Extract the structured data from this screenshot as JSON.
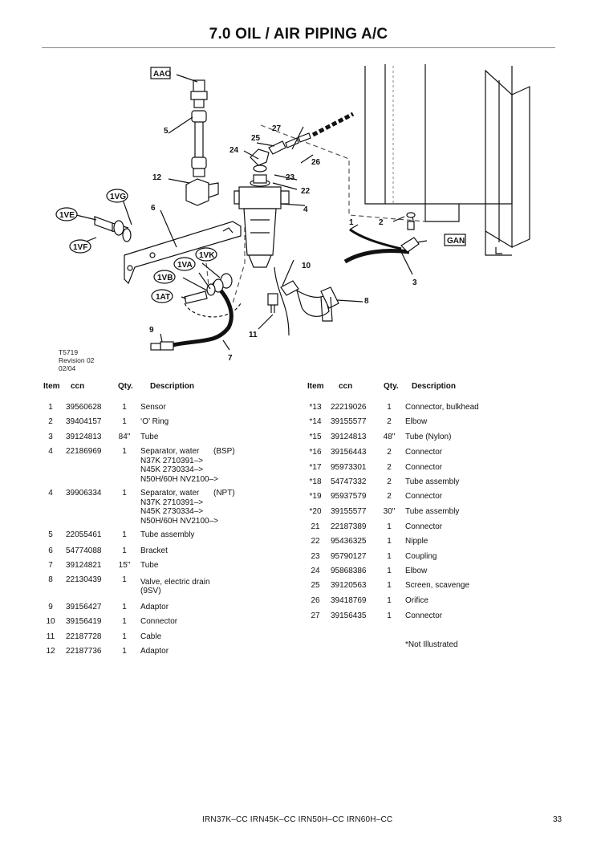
{
  "header": {
    "title": "7.0  OIL / AIR PIPING A/C"
  },
  "diagram": {
    "callouts": [
      "AAO",
      "1VG",
      "1VE",
      "1VF",
      "1VK",
      "1VA",
      "1VB",
      "1AT",
      "GAN"
    ],
    "numbers": [
      "1",
      "2",
      "3",
      "4",
      "5",
      "6",
      "7",
      "9",
      "10",
      "11",
      "12",
      "8",
      "22",
      "23",
      "24",
      "25",
      "26",
      "27"
    ],
    "revision": [
      "T5719",
      "Revision 02",
      "02/04"
    ]
  },
  "table": {
    "headers": {
      "item": "Item",
      "ccn": "ccn",
      "qty": "Qty.",
      "description": "Description"
    },
    "left_rows": [
      {
        "item": "1",
        "ccn": "39560628",
        "qty": "1",
        "desc": [
          "Sensor"
        ]
      },
      {
        "item": "2",
        "ccn": "39404157",
        "qty": "1",
        "desc": [
          "‘O’ Ring"
        ]
      },
      {
        "item": "3",
        "ccn": "39124813",
        "qty": "84\"",
        "desc": [
          "Tube"
        ]
      },
      {
        "item": "4",
        "ccn": "22186969",
        "qty": "1",
        "desc": [
          "Separator, water",
          "N37K  2710391–>",
          "N45K  2730334–>",
          "N50H/60H  NV2100–>"
        ],
        "desc_suffix": "(BSP)"
      },
      {
        "item": "4",
        "ccn": "39906334",
        "qty": "1",
        "desc": [
          "Separator, water",
          "N37K  2710391–>",
          "N45K  2730334–>",
          "N50H/60H  NV2100–>"
        ],
        "desc_suffix": "(NPT)"
      },
      {
        "item": "5",
        "ccn": "22055461",
        "qty": "1",
        "desc": [
          "Tube assembly"
        ]
      },
      {
        "item": "6",
        "ccn": "54774088",
        "qty": "1",
        "desc": [
          "Bracket"
        ]
      },
      {
        "item": "7",
        "ccn": "39124821",
        "qty": "15\"",
        "desc": [
          "Tube"
        ]
      },
      {
        "item": "8",
        "ccn": "22130439",
        "qty": "1",
        "desc": [
          "Valve, electric drain",
          "(9SV)"
        ]
      },
      {
        "item": "9",
        "ccn": "39156427",
        "qty": "1",
        "desc": [
          "Adaptor"
        ]
      },
      {
        "item": "10",
        "ccn": "39156419",
        "qty": "1",
        "desc": [
          "Connector"
        ]
      },
      {
        "item": "11",
        "ccn": "22187728",
        "qty": "1",
        "desc": [
          "Cable"
        ]
      },
      {
        "item": "12",
        "ccn": "22187736",
        "qty": "1",
        "desc": [
          "Adaptor"
        ]
      }
    ],
    "right_rows": [
      {
        "item": "*13",
        "ccn": "22219026",
        "qty": "1",
        "desc": "Connector, bulkhead"
      },
      {
        "item": "*14",
        "ccn": "39155577",
        "qty": "2",
        "desc": "Elbow"
      },
      {
        "item": "*15",
        "ccn": "39124813",
        "qty": "48\"",
        "desc": "Tube (Nylon)"
      },
      {
        "item": "*16",
        "ccn": "39156443",
        "qty": "2",
        "desc": "Connector"
      },
      {
        "item": "*17",
        "ccn": "95973301",
        "qty": "2",
        "desc": "Connector"
      },
      {
        "item": "*18",
        "ccn": "54747332",
        "qty": "2",
        "desc": "Tube assembly"
      },
      {
        "item": "*19",
        "ccn": "95937579",
        "qty": "2",
        "desc": "Connector"
      },
      {
        "item": "*20",
        "ccn": "39155577",
        "qty": "30\"",
        "desc": "Tube assembly"
      },
      {
        "item": "21",
        "ccn": "22187389",
        "qty": "1",
        "desc": "Connector"
      },
      {
        "item": "22",
        "ccn": "95436325",
        "qty": "1",
        "desc": "Nipple"
      },
      {
        "item": "23",
        "ccn": "95790127",
        "qty": "1",
        "desc": "Coupling"
      },
      {
        "item": "24",
        "ccn": "95868386",
        "qty": "1",
        "desc": "Elbow"
      },
      {
        "item": "25",
        "ccn": "39120563",
        "qty": "1",
        "desc": "Screen, scavenge"
      },
      {
        "item": "26",
        "ccn": "39418769",
        "qty": "1",
        "desc": "Orifice"
      },
      {
        "item": "27",
        "ccn": "39156435",
        "qty": "1",
        "desc": "Connector"
      }
    ],
    "note": "*Not Illustrated"
  },
  "footer": {
    "models": "IRN37K–CC  IRN45K–CC  IRN50H–CC  IRN60H–CC",
    "page": "33"
  }
}
